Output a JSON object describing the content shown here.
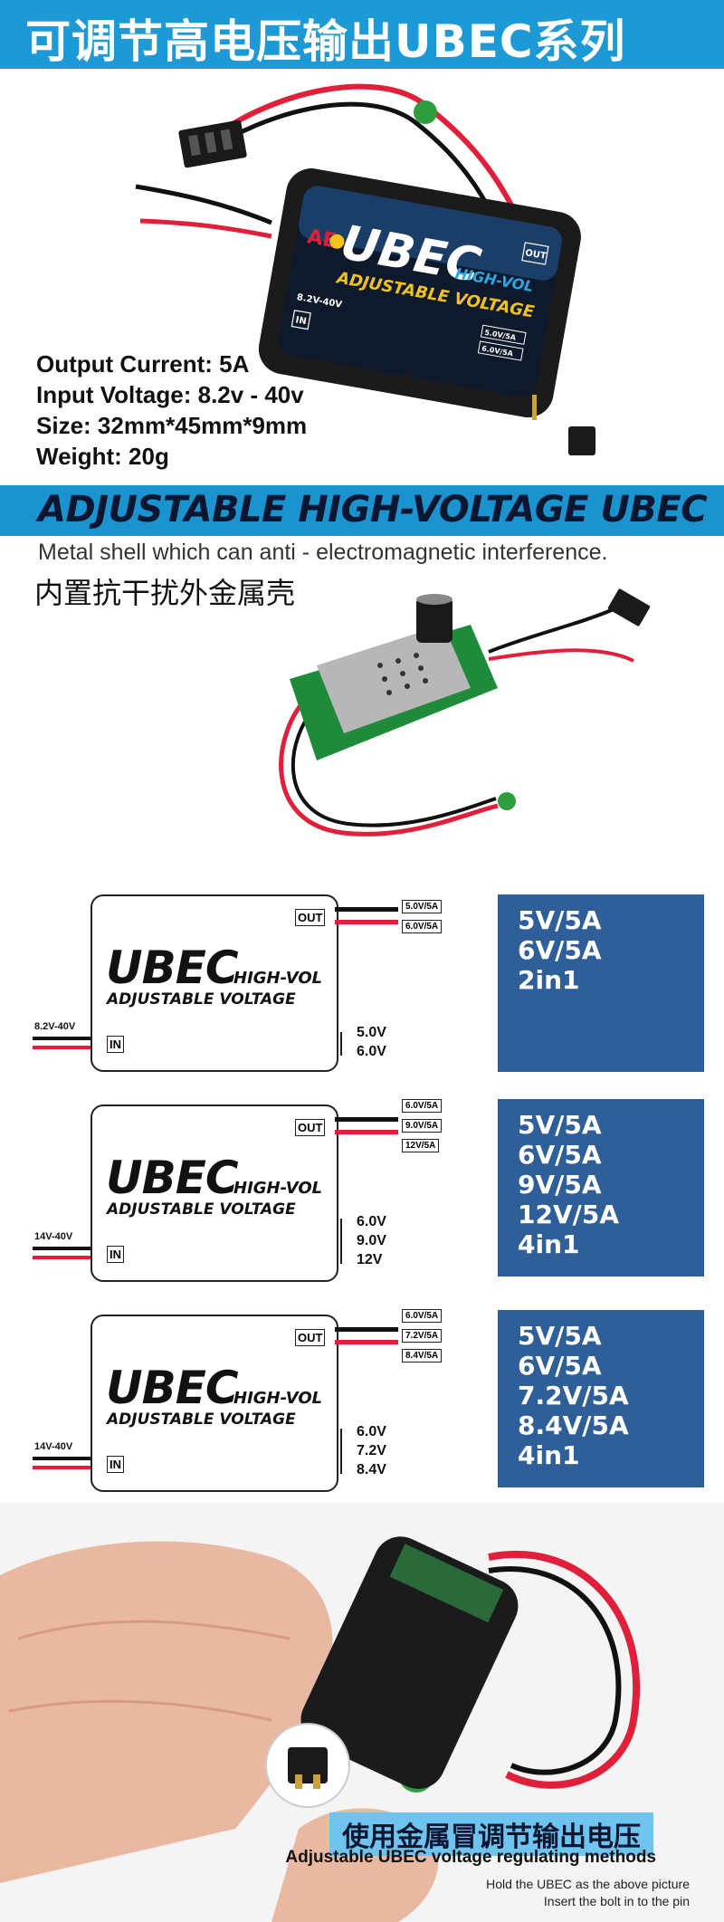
{
  "header": {
    "title": "可调节高电压输出UBEC系列"
  },
  "product": {
    "brand_logo": "AE",
    "label": "UBEC",
    "sublabel": "HIGH-VOL",
    "subtitle": "ADJUSTABLE VOLTAGE",
    "input_range": "8.2V-40V",
    "out_tag": "OUT",
    "in_tag": "IN",
    "opt1": "5.0V/5A",
    "opt2": "6.0V/5A"
  },
  "specs": [
    "Output Current: 5A",
    "Input Voltage: 8.2v - 40v",
    "Size: 32mm*45mm*9mm",
    "Weight: 20g"
  ],
  "section": {
    "title": "ADJUSTABLE HIGH-VOLTAGE UBEC",
    "desc_en": "Metal shell which can  anti - electromagnetic interference.",
    "desc_cn": "内置抗干扰外金属壳"
  },
  "diagrams": [
    {
      "input": "8.2V-40V",
      "out_tags": [
        "5.0V/5A",
        "6.0V/5A"
      ],
      "pins": [
        "5.0V",
        "6.0V"
      ],
      "panel": [
        "5V/5A",
        "6V/5A",
        "2in1"
      ]
    },
    {
      "input": "14V-40V",
      "out_tags": [
        "6.0V/5A",
        "9.0V/5A",
        "12V/5A"
      ],
      "pins": [
        "6.0V",
        "9.0V",
        "12V"
      ],
      "panel": [
        "5V/5A",
        "6V/5A",
        "9V/5A",
        "12V/5A",
        "4in1"
      ]
    },
    {
      "input": "14V-40V",
      "out_tags": [
        "6.0V/5A",
        "7.2V/5A",
        "8.4V/5A"
      ],
      "pins": [
        "6.0V",
        "7.2V",
        "8.4V"
      ],
      "panel": [
        "5V/5A",
        "6V/5A",
        "7.2V/5A",
        "8.4V/5A",
        "4in1"
      ]
    }
  ],
  "diagram_common": {
    "ubec": "UBEC",
    "highvol": "HIGH-VOL",
    "adjustable": "ADJUSTABLE VOLTAGE",
    "out": "OUT",
    "in": "IN"
  },
  "bottom": {
    "caption_cn": "使用金属冒调节输出电压",
    "caption_en": "Adjustable UBEC voltage regulating methods",
    "note1": "Hold the UBEC as the above picture",
    "note2": "Insert the bolt in to the pin"
  },
  "colors": {
    "banner": "#1d9ad6",
    "panel": "#2f5f98",
    "wire_red": "#e0203a",
    "wire_black": "#111111"
  }
}
